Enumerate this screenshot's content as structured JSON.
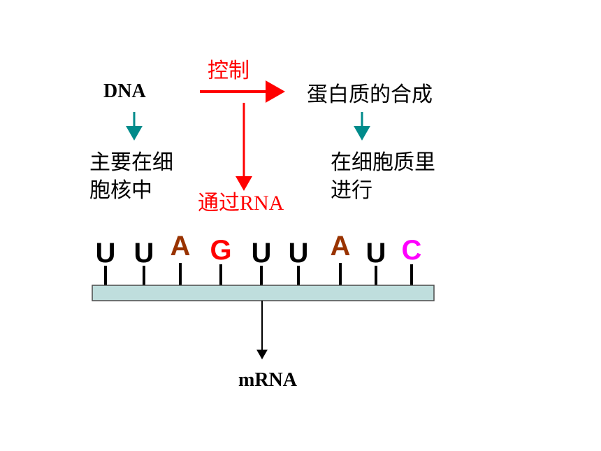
{
  "diagram": {
    "dna_label": "DNA",
    "control_label": "控制",
    "protein_label": "蛋白质的合成",
    "dna_location": [
      "主要在细",
      "胞核中"
    ],
    "protein_location": [
      "在细胞质里",
      "进行"
    ],
    "via_rna_label": "通过RNA",
    "mrna_label": "mRNA",
    "bases": [
      {
        "letter": "U",
        "color": "#000000"
      },
      {
        "letter": "U",
        "color": "#000000"
      },
      {
        "letter": "A",
        "color": "#993300"
      },
      {
        "letter": "G",
        "color": "#ff0000"
      },
      {
        "letter": "U",
        "color": "#000000"
      },
      {
        "letter": "U",
        "color": "#000000"
      },
      {
        "letter": "A",
        "color": "#993300"
      },
      {
        "letter": "U",
        "color": "#000000"
      },
      {
        "letter": "C",
        "color": "#ff00ff"
      }
    ],
    "colors": {
      "control_red": "#ff0000",
      "teal_arrow": "#008b8b",
      "strand_fill": "#bfdedd"
    }
  }
}
